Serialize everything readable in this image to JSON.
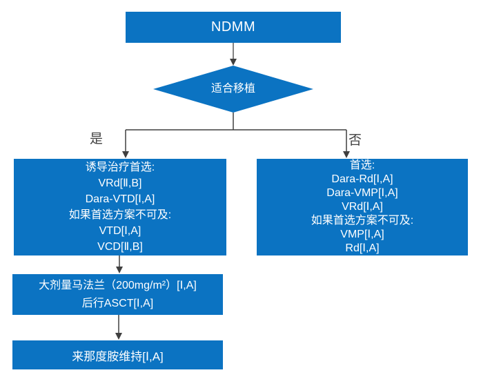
{
  "colors": {
    "shape_blue": "#0b73c2",
    "line_dark": "#3f3f3f",
    "arrow_shaft_gray": "#595959",
    "text_white": "#ffffff"
  },
  "nodes": {
    "ndmm": {
      "label": "NDMM"
    },
    "decision": {
      "label": "适合移植"
    },
    "branch_yes": {
      "label": "是"
    },
    "branch_no": {
      "label": "否"
    },
    "induction": {
      "lines": [
        "诱导治疗首选:",
        "VRd[Ⅱ,B]",
        "Dara-VTD[Ⅰ,A]",
        "如果首选方案不可及:",
        "VTD[Ⅰ,A]",
        "VCD[Ⅱ,B]"
      ]
    },
    "nontransplant": {
      "lines": [
        "首选:",
        "Dara-Rd[Ⅰ,A]",
        "Dara-VMP[Ⅰ,A]",
        "VRd[Ⅰ,A]",
        "如果首选方案不可及:",
        "VMP[Ⅰ,A]",
        "Rd[Ⅰ,A]"
      ]
    },
    "melphalan_asct": {
      "lines": [
        "大剂量马法兰（200mg/m²）[Ⅰ,A]",
        "后行ASCT[Ⅰ,A]"
      ]
    },
    "maintenance": {
      "lines": [
        "来那度胺维持[Ⅰ,A]"
      ]
    }
  }
}
